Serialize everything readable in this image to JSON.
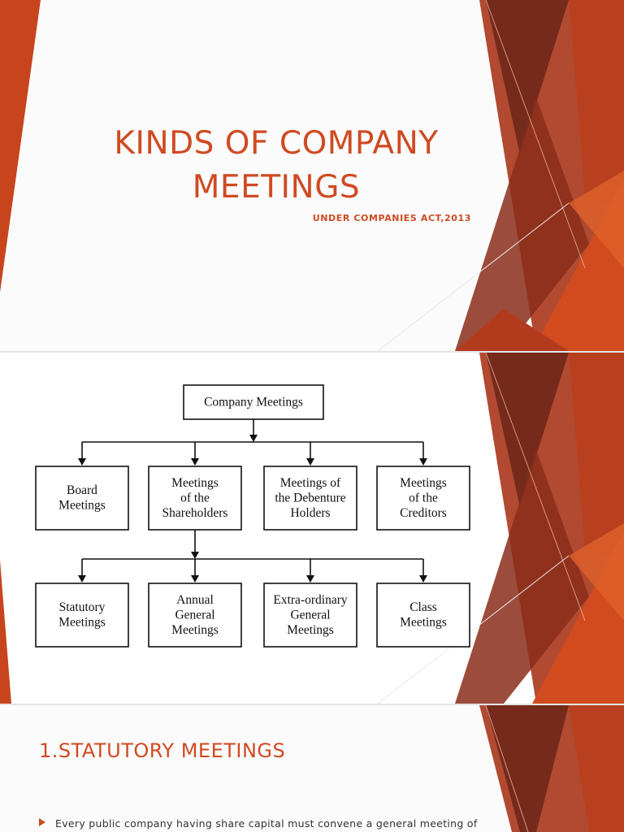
{
  "slide1": {
    "title_line1": "KINDS OF COMPANY",
    "title_line2": "MEETINGS",
    "subtitle": "UNDER COMPANIES ACT,2013"
  },
  "org_chart": {
    "root": "Company Meetings",
    "level1": [
      {
        "lines": [
          "Board",
          "Meetings"
        ]
      },
      {
        "lines": [
          "Meetings",
          "of the",
          "Shareholders"
        ]
      },
      {
        "lines": [
          "Meetings of",
          "the Debenture",
          "Holders"
        ]
      },
      {
        "lines": [
          "Meetings",
          "of the",
          "Creditors"
        ]
      }
    ],
    "level2": [
      {
        "lines": [
          "Statutory",
          "Meetings"
        ]
      },
      {
        "lines": [
          "Annual",
          "General",
          "Meetings"
        ]
      },
      {
        "lines": [
          "Extra-ordinary",
          "General",
          "Meetings"
        ]
      },
      {
        "lines": [
          "Class",
          "Meetings"
        ]
      }
    ]
  },
  "slide3": {
    "heading": "1.STATUTORY MEETINGS",
    "bullet": "Every public company having share capital must convene a general meeting of"
  },
  "colors": {
    "accent": "#d04a22",
    "dark_red": "#6b2418",
    "orange": "#c8441c"
  }
}
